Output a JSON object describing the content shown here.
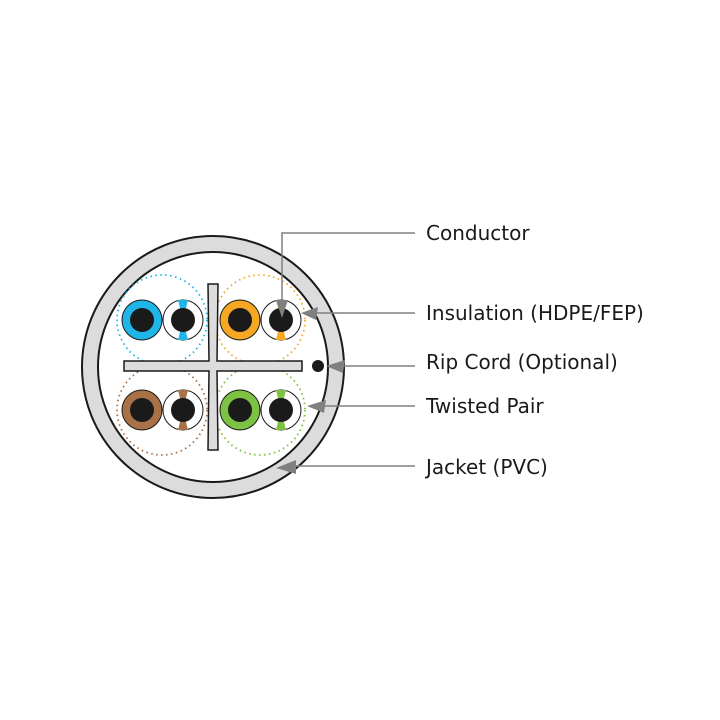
{
  "labels": {
    "conductor": "Conductor",
    "insulation": "Insulation (HDPE/FEP)",
    "rip_cord": "Rip Cord (Optional)",
    "twisted_pair": "Twisted Pair",
    "jacket": "Jacket (PVC)"
  },
  "pairs": [
    {
      "name": "blue",
      "color": "#1fb5e8"
    },
    {
      "name": "orange",
      "color": "#f7a823"
    },
    {
      "name": "brown",
      "color": "#a87148"
    },
    {
      "name": "green",
      "color": "#7dc242"
    }
  ],
  "colors": {
    "jacket": "#dcdcdc",
    "conductor": "#1a1a1a",
    "leader": "#808080"
  }
}
